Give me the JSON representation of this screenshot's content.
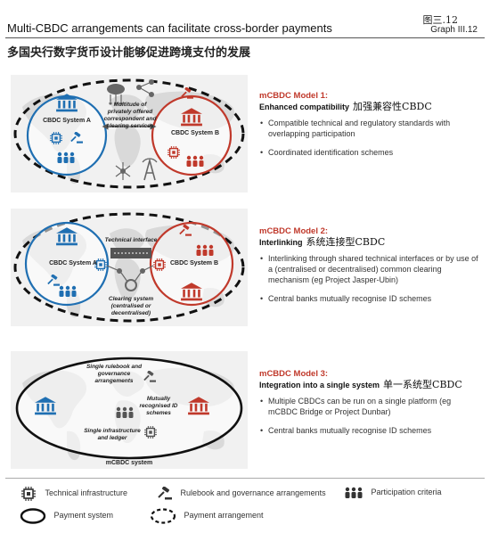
{
  "header": {
    "title_en": "Multi-CBDC arrangements can facilitate cross-border payments",
    "graph_cn": "图三.12",
    "graph_en": "Graph III.12",
    "title_cn": "多国央行数字货币设计能够促进跨境支付的发展"
  },
  "colors": {
    "blue": "#1f6fb2",
    "red": "#c0392b",
    "map": "#dcdcdc",
    "bg": "#f1f1f1"
  },
  "panels": [
    {
      "labels": {
        "a": "CBDC System A",
        "b": "CBDC System B",
        "middle": "Multitude of privately offered correspondent and clearing services"
      },
      "model": {
        "title": "mCBDC Model 1:",
        "subtitle": "Enhanced compatibility",
        "subtitle_cn": "加强兼容性CBDC",
        "bullets": [
          "Compatible technical and regulatory standards with overlapping participation",
          "Coordinated identification schemes"
        ]
      }
    },
    {
      "labels": {
        "a": "CBDC System A",
        "b": "CBDC System B",
        "interface": "Technical interface",
        "clearing": "Clearing system (centralised or decentralised)"
      },
      "model": {
        "title": "mCBDC Model 2:",
        "subtitle": "Interlinking",
        "subtitle_cn": "系统连接型CBDC",
        "bullets": [
          "Interlinking through shared technical interfaces or by use of a (centralised or decentralised) common clearing mechanism (eg Project Jasper-Ubin)",
          "Central banks mutually recognise ID schemes"
        ]
      }
    },
    {
      "labels": {
        "rulebook": "Single rulebook and governance arrangements",
        "id": "Mutually recognised ID schemes",
        "infra": "Single infrastructure and ledger",
        "system": "mCBDC system"
      },
      "model": {
        "title": "mCBDC Model 3:",
        "subtitle": "Integration into a single system",
        "subtitle_cn": "单一系统型CBDC",
        "bullets": [
          "Multiple CBDCs can be run on a single platform (eg mCBDC Bridge or Project Dunbar)",
          "Central banks mutually recognise ID schemes"
        ]
      }
    }
  ],
  "legend": {
    "tech": "Technical infrastructure",
    "rulebook": "Rulebook and governance arrangements",
    "participation": "Participation criteria",
    "payment_system": "Payment system",
    "payment_arrangement": "Payment arrangement"
  }
}
